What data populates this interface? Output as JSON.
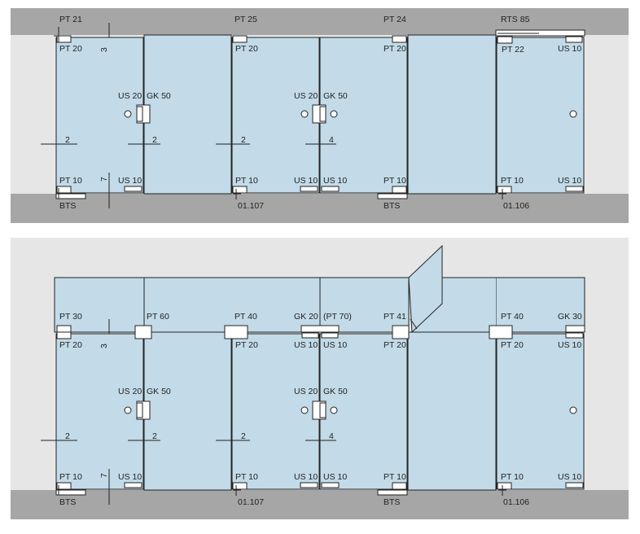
{
  "colors": {
    "glass": "#c3dbe8",
    "wall": "#e6e6e6",
    "ceiling": "#a6a6a6",
    "floor": "#a6a6a6",
    "line": "#222222",
    "fitting": "#ffffff"
  },
  "top_elevation": {
    "labels": {
      "pt21": "PT 21",
      "pt25": "PT 25",
      "pt24": "PT 24",
      "rts85": "RTS 85",
      "d1_pt20": "PT 20",
      "d2_pt20": "PT 20",
      "d3_pt20": "PT 20",
      "d4_pt22": "PT 22",
      "d4_us10_top": "US 10",
      "d1_us20": "US 20",
      "d1_gk50": "GK 50",
      "d2_us20": "US 20",
      "d2_gk50": "GK 50",
      "dim_3": "3",
      "dim_7": "7",
      "dim_2a": "2",
      "dim_2b": "2",
      "dim_2c": "2",
      "dim_4": "4",
      "d1_pt10": "PT 10",
      "d1_us10": "US 10",
      "d2_pt10": "PT 10",
      "d2_us10": "US 10",
      "d3_us10": "US 10",
      "d3_pt10": "PT 10",
      "d4_pt10": "PT 10",
      "d4_us10": "US 10",
      "bts1": "BTS",
      "code107": "01.107",
      "bts2": "BTS",
      "code106": "01.106"
    }
  },
  "bottom_elevation": {
    "labels": {
      "pt30": "PT 30",
      "pt60": "PT 60",
      "pt40a": "PT 40",
      "gk20": "GK 20",
      "pt70": "(PT 70)",
      "pt41": "PT 41",
      "pt40b": "PT 40",
      "gk30": "GK 30",
      "d1_pt20": "PT 20",
      "d2_pt20": "PT 20",
      "d2_us10": "US 10",
      "d3_us10": "US 10",
      "d3_pt20": "PT 20",
      "d4_pt20": "PT 20",
      "d4_us10_top": "US 10",
      "d1_us20": "US 20",
      "d1_gk50": "GK 50",
      "d2_us20": "US 20",
      "d2_gk50": "GK 50",
      "dim_3": "3",
      "dim_7": "7",
      "dim_2a": "2",
      "dim_2b": "2",
      "dim_2c": "2",
      "dim_4": "4",
      "d1_pt10": "PT 10",
      "d1_us10": "US 10",
      "d2_pt10": "PT 10",
      "d2_us10b": "US 10",
      "d3_us10b": "US 10",
      "d3_pt10": "PT 10",
      "d4_pt10": "PT 10",
      "d4_us10": "US 10",
      "bts1": "BTS",
      "code107": "01.107",
      "bts2": "BTS",
      "code106": "01.106"
    }
  }
}
